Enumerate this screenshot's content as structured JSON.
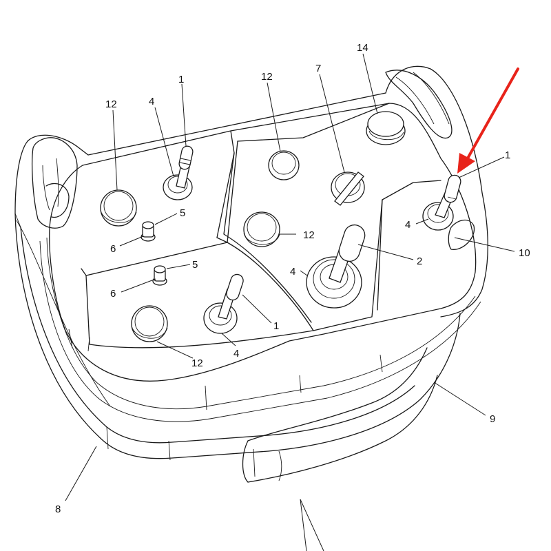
{
  "callouts": {
    "c14": "14",
    "c12_top_left": "12",
    "c12_top_mid": "12",
    "c12_mid": "12",
    "c12_bottom": "12",
    "c7": "7",
    "c4_top_left": "4",
    "c4_bottom_left": "4",
    "c4_center": "4",
    "c4_right": "4",
    "c1_top_left": "1",
    "c1_bottom_left": "1",
    "c1_right": "1",
    "c5_upper": "5",
    "c5_lower": "5",
    "c6_upper": "6",
    "c6_lower": "6",
    "c2": "2",
    "c10": "10",
    "c9": "9",
    "c8": "8"
  },
  "colors": {
    "arrow": "#e8231a",
    "line": "#1a1a1a"
  }
}
